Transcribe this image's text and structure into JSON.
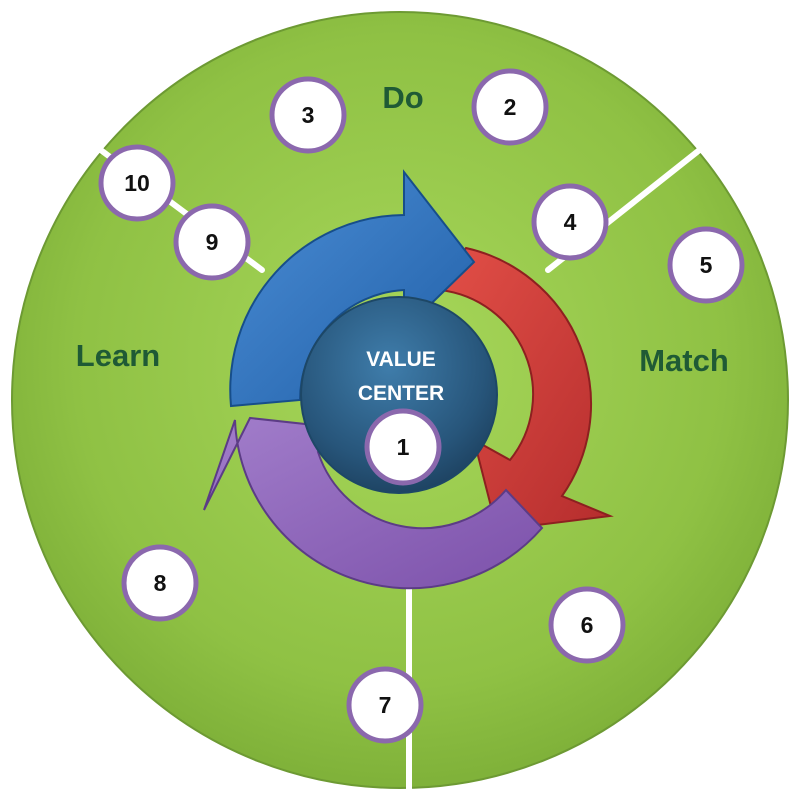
{
  "diagram": {
    "sectors": [
      {
        "id": "do",
        "label": "Do"
      },
      {
        "id": "match",
        "label": "Match"
      },
      {
        "id": "learn",
        "label": "Learn"
      }
    ],
    "center": {
      "line1": "VALUE",
      "line2": "CENTER"
    },
    "markers": [
      "1",
      "2",
      "3",
      "4",
      "5",
      "6",
      "7",
      "8",
      "9",
      "10"
    ],
    "cycle_arrows": [
      {
        "id": "blue",
        "color": "#2f73c0"
      },
      {
        "id": "red",
        "color": "#d33f3b"
      },
      {
        "id": "purple",
        "color": "#8a62b8"
      }
    ],
    "colors": {
      "disc": "#8fc144",
      "disc_edge": "#5f8d2a",
      "divider": "#ffffff",
      "sector_label": "#1f5a35",
      "hub": "#2b5d80",
      "marker_fill": "#ffffff",
      "marker_ring": "#8b68ad"
    }
  }
}
